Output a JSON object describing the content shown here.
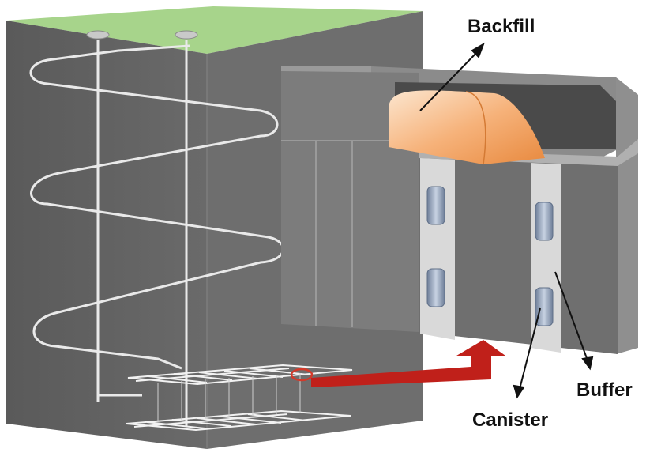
{
  "labels": {
    "backfill": "Backfill",
    "buffer": "Buffer",
    "canister": "Canister"
  },
  "colors": {
    "block_front": "#5f5f5f",
    "block_side": "#6e6e6e",
    "ground_top": "#a7d48b",
    "barrier": "#d9d9d9",
    "backfill": "#f2a35e",
    "canister": "#8d9bb0",
    "arrow_red": "#c0201a"
  }
}
